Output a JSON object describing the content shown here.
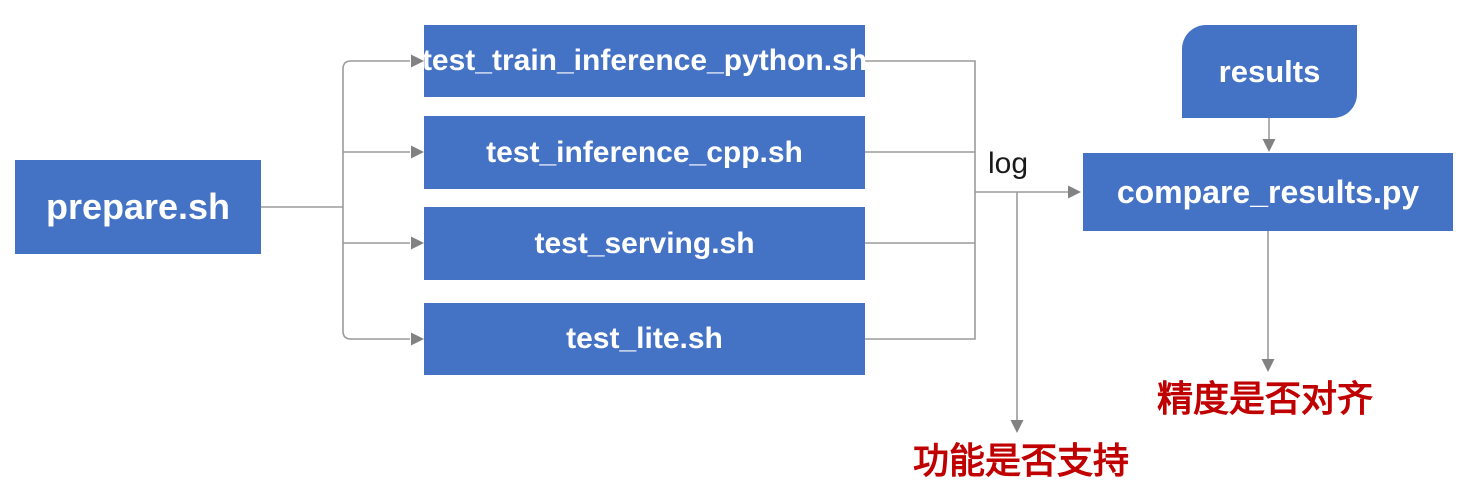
{
  "colors": {
    "node-fill": "#4472C4",
    "node-text": "#ffffff",
    "connector": "#9b9b9b",
    "arrowhead": "#828282",
    "caption-red": "#C00000",
    "log-text": "#1a1a1a",
    "bg": "#ffffff"
  },
  "diagram": {
    "nodes": {
      "prepare": "prepare.sh",
      "test_scripts": [
        "test_train_inference_python.sh",
        "test_inference_cpp.sh",
        "test_serving.sh",
        "test_lite.sh"
      ],
      "results": "results",
      "compare": "compare_results.py"
    },
    "edge_labels": {
      "log": "log"
    },
    "captions": {
      "function_support": "功能是否支持",
      "accuracy_aligned": "精度是否对齐"
    }
  }
}
